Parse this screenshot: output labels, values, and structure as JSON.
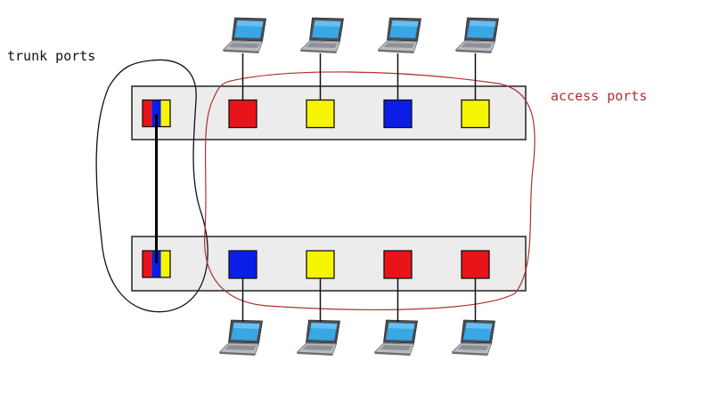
{
  "labels": {
    "trunk": "trunk ports",
    "access": "access ports"
  },
  "colors": {
    "red": "#e8141a",
    "yellow": "#f7f400",
    "blue": "#0a1ee8",
    "switch_fill": "#ececec",
    "switch_stroke": "#222222",
    "trunk_outline": "#111111",
    "access_outline": "#b03030"
  },
  "switches": [
    {
      "name": "top-switch",
      "trunk_port": [
        "red",
        "blue",
        "yellow"
      ],
      "access_ports": [
        "red",
        "yellow",
        "blue",
        "yellow"
      ],
      "laptops": "above"
    },
    {
      "name": "bottom-switch",
      "trunk_port": [
        "red",
        "blue",
        "yellow"
      ],
      "access_ports": [
        "blue",
        "yellow",
        "red",
        "red"
      ],
      "laptops": "below"
    }
  ],
  "icons": {
    "laptop": "laptop-icon"
  }
}
